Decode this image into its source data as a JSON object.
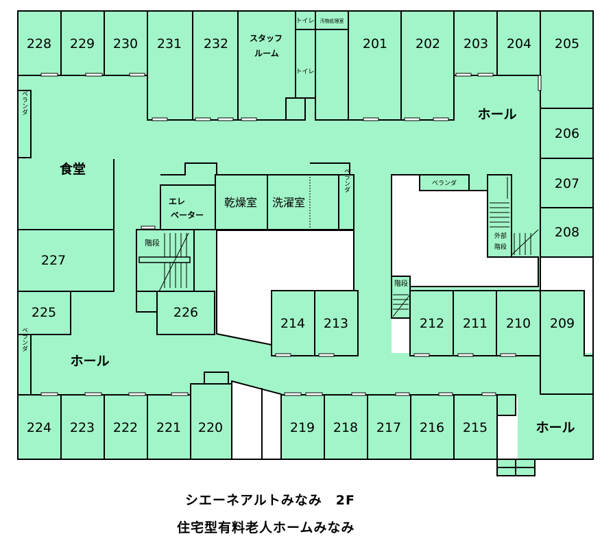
{
  "colors": {
    "fill": "#a2f5c8",
    "wall": "#000000",
    "window": "#ffffff",
    "background": "#ffffff"
  },
  "labels": {
    "r228": "228",
    "r229": "229",
    "r230": "230",
    "r231": "231",
    "r232": "232",
    "staff1": "スタッフ",
    "staff2": "ルーム",
    "toilet1": "トイレ",
    "dirty": "汚物処理室",
    "toilet2": "トイレ",
    "r201": "201",
    "r202": "202",
    "r203": "203",
    "r204": "204",
    "r205": "205",
    "hall_top": "ホール",
    "r206": "206",
    "r207": "207",
    "r208": "208",
    "veranda_left_top": "ベランダ",
    "dining": "食堂",
    "elev1": "エレ",
    "elev2": "ベーター",
    "dryer": "乾燥室",
    "laundry": "洗濯室",
    "veranda_mid": "ベランダ",
    "veranda_right": "ベランダ",
    "ext_stair1": "外部",
    "ext_stair2": "階段",
    "stairs_left": "階段",
    "r227": "227",
    "stairs_mid": "階段",
    "r225": "225",
    "r226": "226",
    "r214": "214",
    "r213": "213",
    "r212": "212",
    "r211": "211",
    "r210": "210",
    "r209": "209",
    "hall_left": "ホール",
    "veranda_left_bottom": "ベランダ",
    "r224": "224",
    "r223": "223",
    "r222": "222",
    "r221": "221",
    "r220": "220",
    "r219": "219",
    "r218": "218",
    "r217": "217",
    "r216": "216",
    "r215": "215",
    "hall_bottom": "ホール"
  },
  "caption": {
    "line1": "シエーネアルトみなみ　2F",
    "line2": "住宅型有料老人ホームみなみ"
  }
}
